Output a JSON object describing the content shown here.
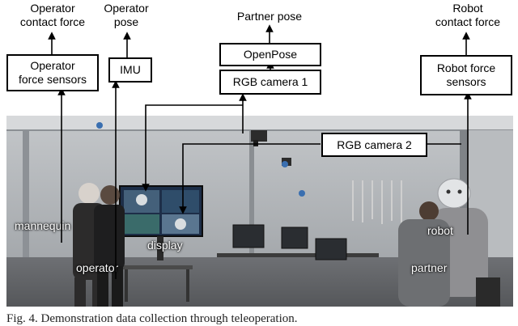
{
  "top_labels": {
    "operator_contact_force": "Operator\ncontact force",
    "operator_pose": "Operator\npose",
    "partner_pose": "Partner pose",
    "robot_contact_force": "Robot\ncontact force"
  },
  "boxes": {
    "operator_force_sensors": "Operator\nforce sensors",
    "imu": "IMU",
    "openpose": "OpenPose",
    "rgb_camera_1": "RGB camera 1",
    "robot_force_sensors": "Robot force\nsensors",
    "rgb_camera_2": "RGB camera 2"
  },
  "scene_labels": {
    "mannequin": "mannequin",
    "operator": "operator",
    "display": "display",
    "robot": "robot",
    "partner": "partner"
  },
  "caption": "Fig. 4.   Demonstration data collection through teleoperation."
}
